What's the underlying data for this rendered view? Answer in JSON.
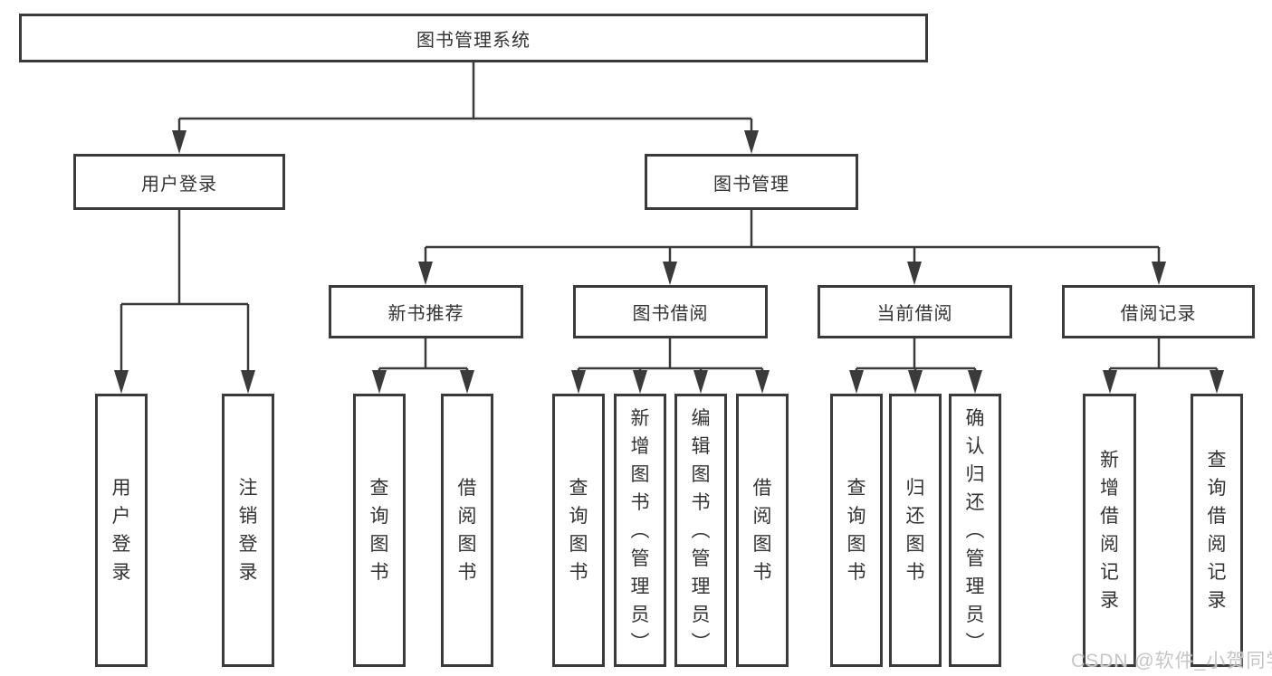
{
  "nodes": {
    "root": {
      "label": "图书管理系统"
    },
    "level2": [
      {
        "label": "用户登录"
      },
      {
        "label": "图书管理"
      }
    ],
    "level3": [
      {
        "label": "新书推荐"
      },
      {
        "label": "图书借阅"
      },
      {
        "label": "当前借阅"
      },
      {
        "label": "借阅记录"
      }
    ],
    "leaves": [
      {
        "label": "用户登录"
      },
      {
        "label": "注销登录"
      },
      {
        "label": "查询图书"
      },
      {
        "label": "借阅图书"
      },
      {
        "label": "查询图书"
      },
      {
        "label": "新增图书（管理员）"
      },
      {
        "label": "编辑图书（管理员）"
      },
      {
        "label": "借阅图书"
      },
      {
        "label": "查询图书"
      },
      {
        "label": "归还图书"
      },
      {
        "label": "确认归还（管理员）"
      },
      {
        "label": "新增借阅记录"
      },
      {
        "label": "查询借阅记录"
      }
    ]
  },
  "watermark": {
    "text": "CSDN @软件_小贺同学"
  },
  "colors": {
    "line": "#3a3a3a",
    "box_border": "#3a3a3a",
    "text": "#333333",
    "watermark": "#c6c6c6",
    "background": "#ffffff"
  }
}
